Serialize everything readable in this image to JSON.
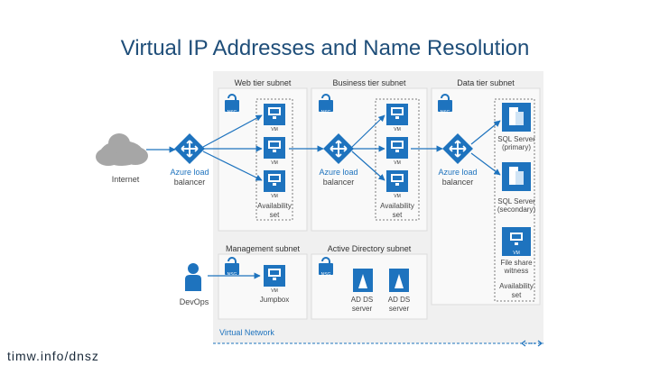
{
  "title": "Virtual IP Addresses and Name Resolution",
  "footer": "timw.info/dnsz",
  "diagram": {
    "subnets": {
      "web": "Web tier subnet",
      "business": "Business tier subnet",
      "data": "Data tier subnet",
      "management": "Management subnet",
      "active_directory": "Active Directory subnet"
    },
    "nsg_label": "NSG",
    "vm_label": "VM",
    "internet": "Internet",
    "devops": "DevOps",
    "load_balancer_line1": "Azure load",
    "load_balancer_line2": "balancer",
    "availability_line1": "Availability",
    "availability_line2": "set",
    "sql_primary_line1": "SQL Server",
    "sql_primary_line2": "(primary)",
    "sql_secondary_line1": "SQL Server",
    "sql_secondary_line2": "(secondary)",
    "file_share_line1": "File share",
    "file_share_line2": "witness",
    "jumpbox": "Jumpbox",
    "ad_ds_line1": "AD DS",
    "ad_ds_line2": "server",
    "virtual_network": "Virtual Network",
    "colors": {
      "accent": "#1e73be",
      "panel": "#f0f0f0",
      "title": "#1f4e79"
    }
  }
}
